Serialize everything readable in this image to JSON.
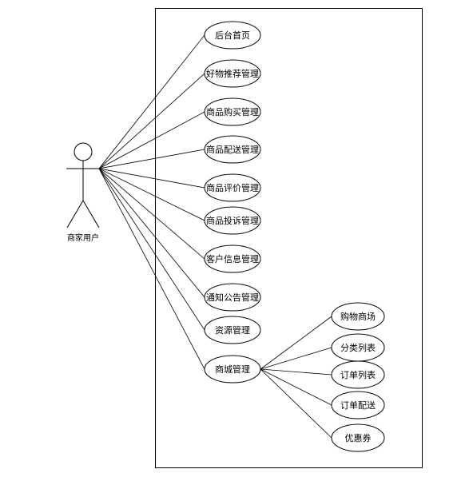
{
  "actor": {
    "label": "商家用户"
  },
  "use_cases": [
    {
      "id": "uc1",
      "label": "后台首页"
    },
    {
      "id": "uc2",
      "label": "好物推荐管理"
    },
    {
      "id": "uc3",
      "label": "商品购买管理"
    },
    {
      "id": "uc4",
      "label": "商品配送管理"
    },
    {
      "id": "uc5",
      "label": "商品评价管理"
    },
    {
      "id": "uc6",
      "label": "商品投诉管理"
    },
    {
      "id": "uc7",
      "label": "客户信息管理"
    },
    {
      "id": "uc8",
      "label": "通知公告管理"
    },
    {
      "id": "uc9",
      "label": "资源管理"
    },
    {
      "id": "uc10",
      "label": "商城管理"
    }
  ],
  "sub_use_cases": {
    "parent": "uc10",
    "items": [
      {
        "id": "s1",
        "label": "购物商场"
      },
      {
        "id": "s2",
        "label": "分类列表"
      },
      {
        "id": "s3",
        "label": "订单列表"
      },
      {
        "id": "s4",
        "label": "订单配送"
      },
      {
        "id": "s5",
        "label": "优惠券"
      }
    ]
  },
  "colors": {
    "stroke": "#000000",
    "background": "#ffffff"
  }
}
